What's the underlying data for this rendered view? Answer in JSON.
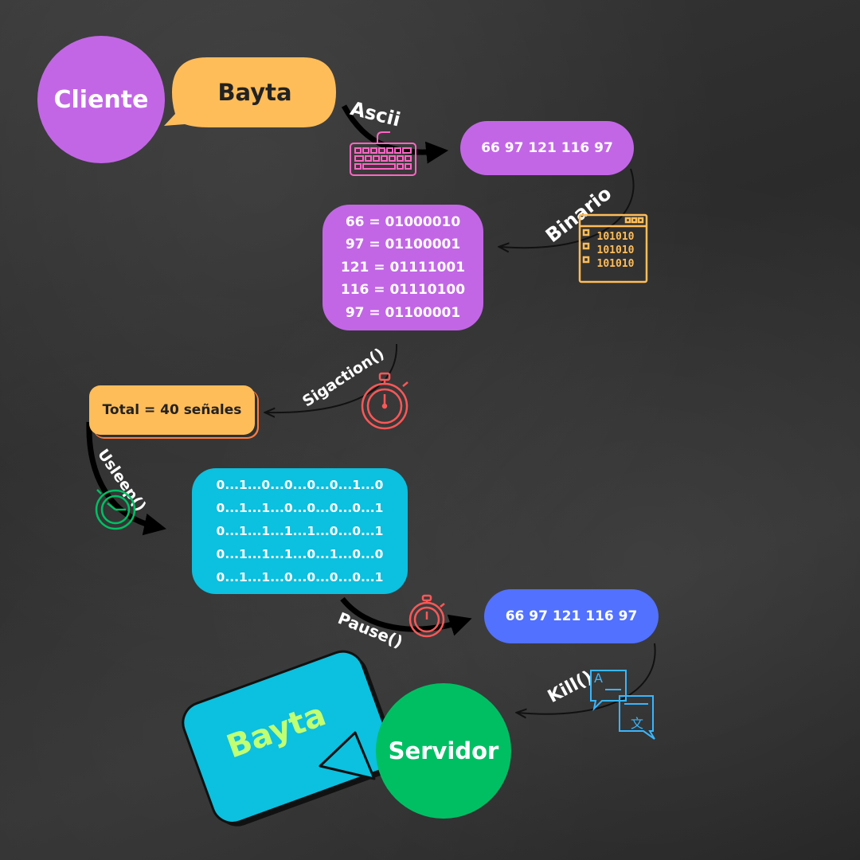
{
  "nodes": {
    "cliente": "Cliente",
    "bubble_top": "Bayta",
    "ascii_values": "66 97 121 116 97",
    "binary_lines": [
      "66 = 01000010",
      "97 = 01100001",
      "121 = 01111001",
      "116 = 01110100",
      "97 = 01100001"
    ],
    "total": "Total = 40 señales",
    "signal_lines": [
      "0...1...0...0...0...0...1...0",
      "0...1...1...0...0...0...0...1",
      "0...1...1...1...1...0...0...1",
      "0...1...1...1...0...1...0...0",
      "0...1...1...0...0...0...0...1"
    ],
    "server_values": "66 97 121 116 97",
    "servidor": "Servidor",
    "bubble_bottom": "Bayta"
  },
  "edges": {
    "ascii": "Ascii",
    "binario": "Binario",
    "sigaction": "Sigaction()",
    "usleep": "Usleep()",
    "pause": "Pause()",
    "kill": "Kill()"
  },
  "icons": {
    "binary_icon_text": [
      "101010",
      "101010",
      "101010"
    ],
    "translate_glyph": "文",
    "translate_letter": "A"
  },
  "colors": {
    "purple": "#c266e6",
    "orange": "#ffbd59",
    "cyan": "#0cc0df",
    "blue": "#5271ff",
    "green": "#00bf63",
    "lime": "#c1ff72",
    "pink": "#ff66c4",
    "red": "#ff5757"
  }
}
